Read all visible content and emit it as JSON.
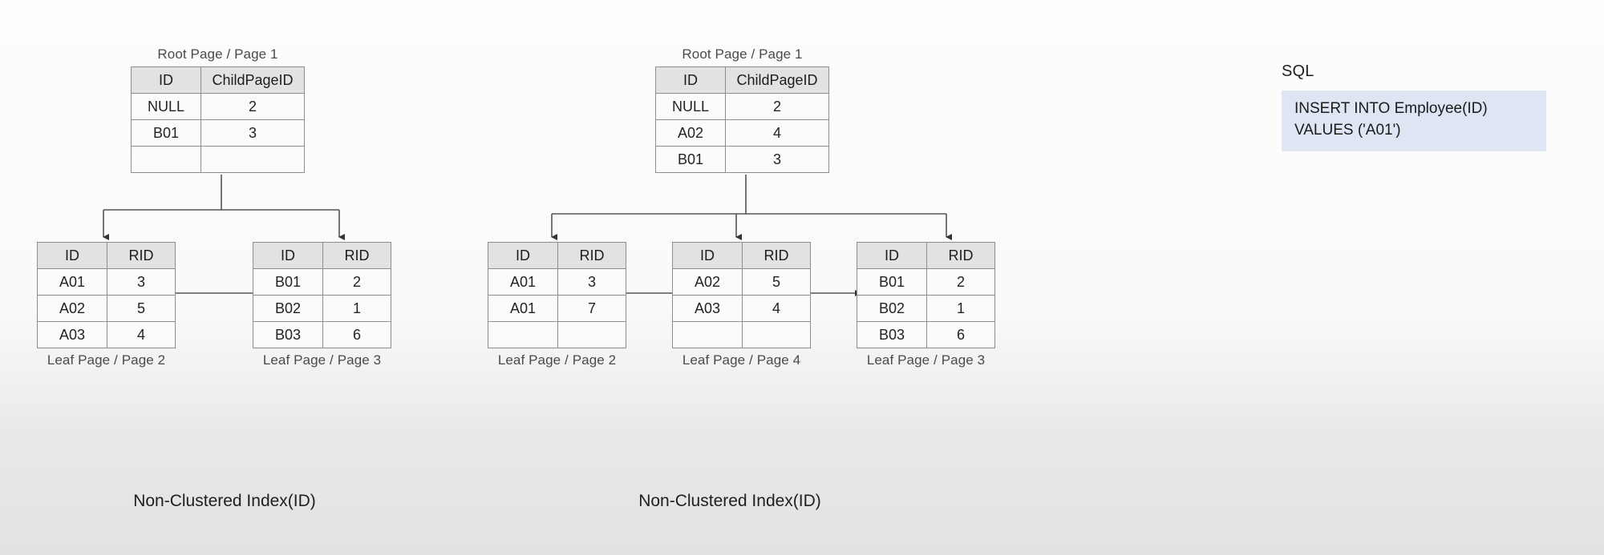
{
  "theme": {
    "header_fill": "#e2e2e2",
    "cell_fill": "#fbfbfb",
    "border": "#8d8d8d",
    "sql_box_fill": "#dde6f2",
    "text": "#222222",
    "caption": "#4a4a4a",
    "wire": "#555555"
  },
  "diagrams": [
    {
      "id": "before",
      "caption": "Non-Clustered Index(ID)",
      "root": {
        "title": "Root Page / Page 1",
        "columns": [
          "ID",
          "ChildPageID"
        ],
        "rows": [
          [
            "NULL",
            "2"
          ],
          [
            "B01",
            "3"
          ],
          [
            "",
            ""
          ]
        ]
      },
      "leaves": [
        {
          "caption": "Leaf Page / Page 2",
          "columns": [
            "ID",
            "RID"
          ],
          "rows": [
            [
              "A01",
              "3"
            ],
            [
              "A02",
              "5"
            ],
            [
              "A03",
              "4"
            ]
          ]
        },
        {
          "caption": "Leaf Page / Page 3",
          "columns": [
            "ID",
            "RID"
          ],
          "rows": [
            [
              "B01",
              "2"
            ],
            [
              "B02",
              "1"
            ],
            [
              "B03",
              "6"
            ]
          ]
        }
      ]
    },
    {
      "id": "after",
      "caption": "Non-Clustered Index(ID)",
      "root": {
        "title": "Root Page / Page 1",
        "columns": [
          "ID",
          "ChildPageID"
        ],
        "rows": [
          [
            "NULL",
            "2"
          ],
          [
            "A02",
            "4"
          ],
          [
            "B01",
            "3"
          ]
        ]
      },
      "leaves": [
        {
          "caption": "Leaf Page / Page 2",
          "columns": [
            "ID",
            "RID"
          ],
          "rows": [
            [
              "A01",
              "3"
            ],
            [
              "A01",
              "7"
            ],
            [
              "",
              ""
            ]
          ]
        },
        {
          "caption": "Leaf Page / Page 4",
          "columns": [
            "ID",
            "RID"
          ],
          "rows": [
            [
              "A02",
              "5"
            ],
            [
              "A03",
              "4"
            ],
            [
              "",
              ""
            ]
          ]
        },
        {
          "caption": "Leaf Page / Page 3",
          "columns": [
            "ID",
            "RID"
          ],
          "rows": [
            [
              "B01",
              "2"
            ],
            [
              "B02",
              "1"
            ],
            [
              "B03",
              "6"
            ]
          ]
        }
      ]
    }
  ],
  "sql": {
    "title": "SQL",
    "lines": [
      "INSERT INTO Employee(ID)",
      "VALUES ('A01')"
    ]
  }
}
